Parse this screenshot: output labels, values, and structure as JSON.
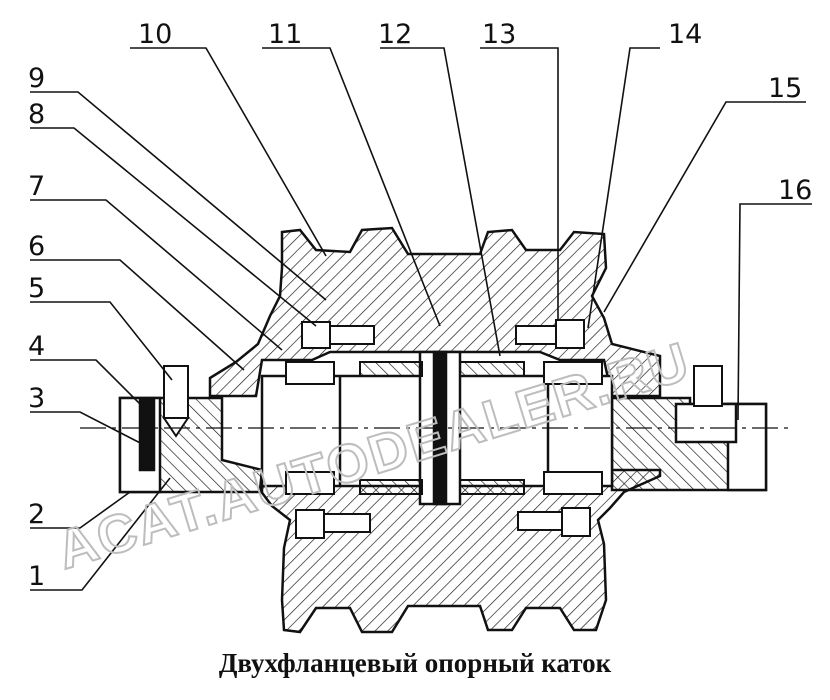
{
  "caption": "Двухфланцевый опорный каток",
  "watermark": "ACAT.AUTODEALER.RU",
  "callouts": [
    "1",
    "2",
    "3",
    "4",
    "5",
    "6",
    "7",
    "8",
    "9",
    "10",
    "11",
    "12",
    "13",
    "14",
    "15",
    "16"
  ],
  "colors": {
    "ink": "#111111",
    "watermark": "#bdbdbd",
    "background": "#ffffff"
  }
}
